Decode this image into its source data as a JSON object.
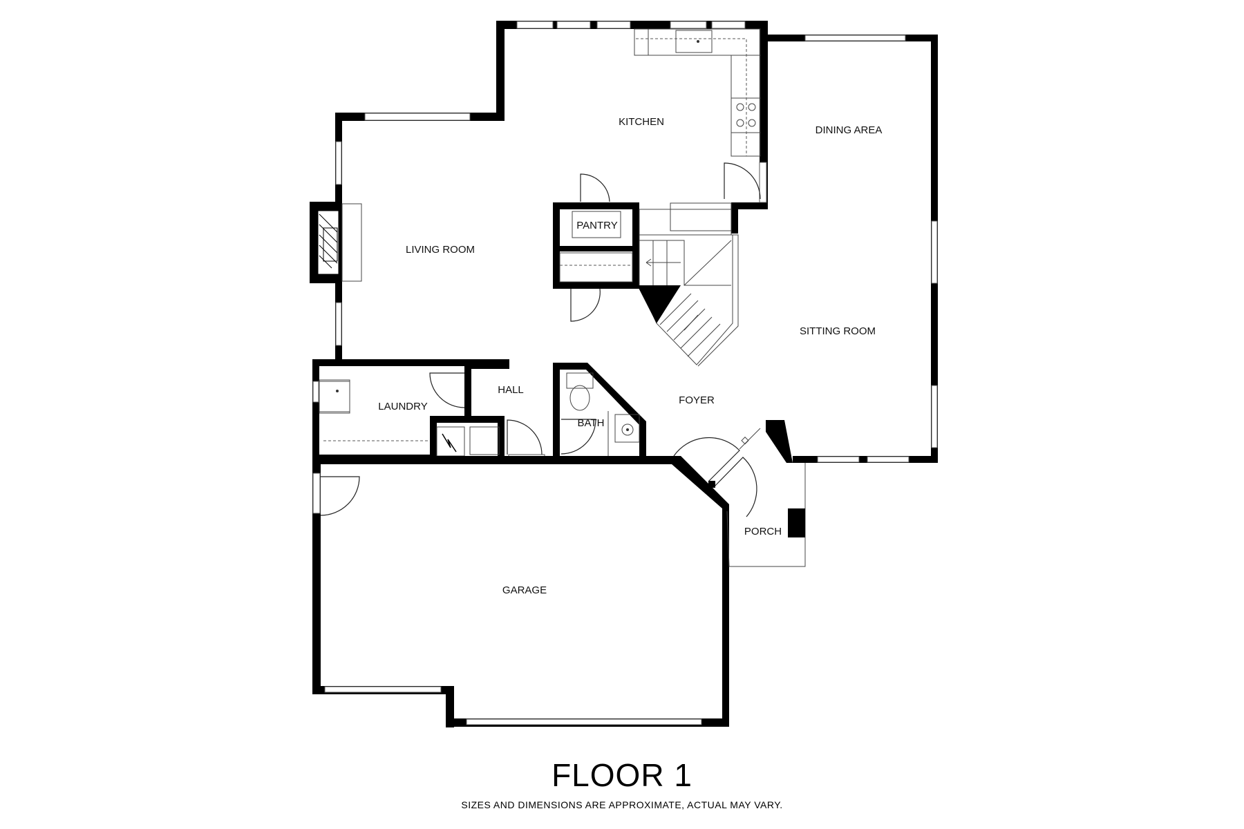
{
  "rooms": {
    "kitchen": "KITCHEN",
    "dining_area": "DINING AREA",
    "living_room": "LIVING ROOM",
    "pantry": "PANTRY",
    "sitting_room": "SITTING ROOM",
    "laundry": "LAUNDRY",
    "hall": "HALL",
    "bath": "BATH",
    "foyer": "FOYER",
    "porch": "PORCH",
    "garage": "GARAGE"
  },
  "floor_title": "FLOOR 1",
  "disclaimer": "SIZES AND DIMENSIONS ARE APPROXIMATE, ACTUAL MAY VARY.",
  "colors": {
    "wall": "#000000",
    "background": "#ffffff",
    "line": "#444444"
  }
}
